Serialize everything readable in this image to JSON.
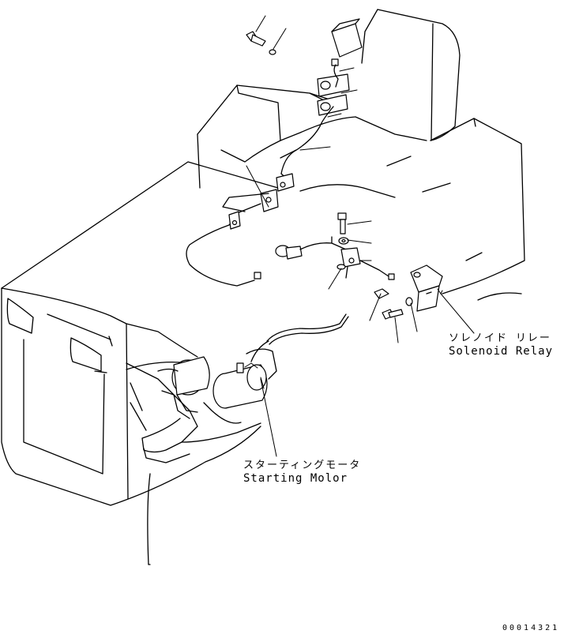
{
  "labels": {
    "solenoid_relay_jp": "ソレノイド リレー",
    "solenoid_relay_en": "Solenoid Relay",
    "starting_motor_jp": "スターティングモータ",
    "starting_motor_en": "Starting Molor"
  },
  "drawing_number": "00014321",
  "colors": {
    "line": "#000000",
    "background": "#ffffff"
  }
}
